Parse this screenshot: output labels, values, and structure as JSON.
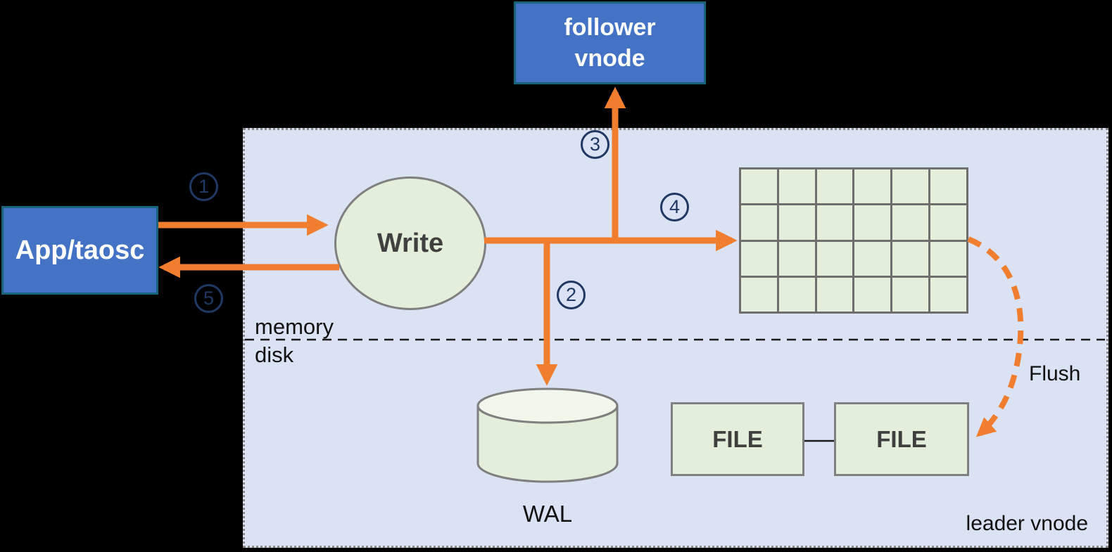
{
  "nodes": {
    "follower_vnode": {
      "label": "follower\nvnode"
    },
    "app_taosc": {
      "label": "App/taosc"
    },
    "write": {
      "label": "Write"
    },
    "wal": {
      "label": "WAL"
    },
    "files": [
      "FILE",
      "FILE"
    ],
    "leader_vnode": {
      "label": "leader vnode"
    }
  },
  "labels": {
    "memory": "memory",
    "disk": "disk",
    "flush": "Flush"
  },
  "steps": [
    "1",
    "2",
    "3",
    "4",
    "5"
  ],
  "grid": {
    "rows": 4,
    "cols": 6
  },
  "colors": {
    "background": "#000000",
    "container_fill": "#DAE2F3",
    "container_border": "#8a8a8a",
    "node_blue": "#4472C4",
    "node_blue_border": "#17637A",
    "shape_green": "#E3EFDA",
    "shape_border": "#7F7F7F",
    "arrow_orange": "#F07E2E",
    "step_navy": "#1F3864",
    "text_dark": "#111111"
  }
}
